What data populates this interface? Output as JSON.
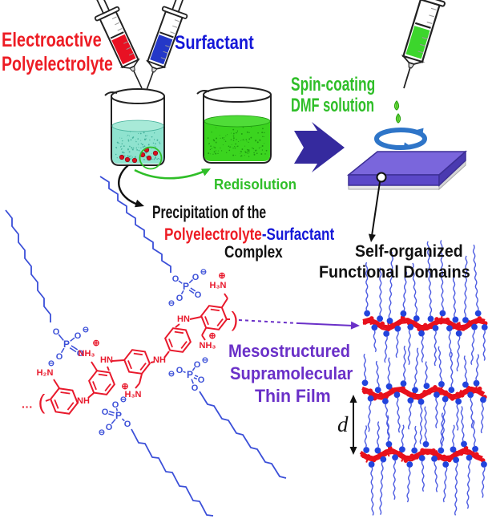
{
  "figure": "polyelectrolyte-surfactant thin film preparation scheme",
  "labels": {
    "electroactive_1": "Electroactive",
    "electroactive_2": "Polyelectrolyte",
    "surfactant": "Surfactant",
    "spin_1": "Spin-coating",
    "spin_2": "DMF solution",
    "redisolution": "Redisolution",
    "precip_1": "Precipitation of the",
    "precip_2_red": "Polyelectrolyte",
    "precip_2_blue": "-Surfactant",
    "precip_3": "Complex",
    "selforg_1": "Self-organized",
    "selforg_2": "Functional Domains",
    "meso_1": "Mesostructured",
    "meso_2": "Supramolecular",
    "meso_3": "Thin Film",
    "d_spacing": "d"
  },
  "chem_labels": {
    "amine": "H₂N",
    "ammonium_NH3": "NH₃",
    "ammonium_H3N": "H₃N",
    "nh": "NH",
    "hn": "HN",
    "phosphorus": "P",
    "oxygen": "O",
    "plus": "⊕",
    "minus": "⊖",
    "repeat_dots": "···",
    "paren_open": "(",
    "paren_close": ")"
  },
  "colors": {
    "red_text": "#ed1c24",
    "blue_text": "#1417d8",
    "green_text": "#2fbe28",
    "purple_text": "#6a30c8",
    "chem_red": "#e8192c",
    "chem_blue": "#3b4fd8",
    "arrow_purple": "#352a9e",
    "slab_top": "#7a66dc",
    "slab_front": "#5b48c8",
    "slab_side": "#4a3ab0",
    "spin_blue": "#2e75c8",
    "liquid_cyan": "#8fe3cf",
    "liquid_green": "#3bd41f",
    "syringe_red": "#e81123",
    "syringe_blue": "#2438c8",
    "syringe_green": "#3cd62c",
    "bead_red": "#e8101c",
    "dot_blue": "#2244dd",
    "black": "#111111"
  }
}
